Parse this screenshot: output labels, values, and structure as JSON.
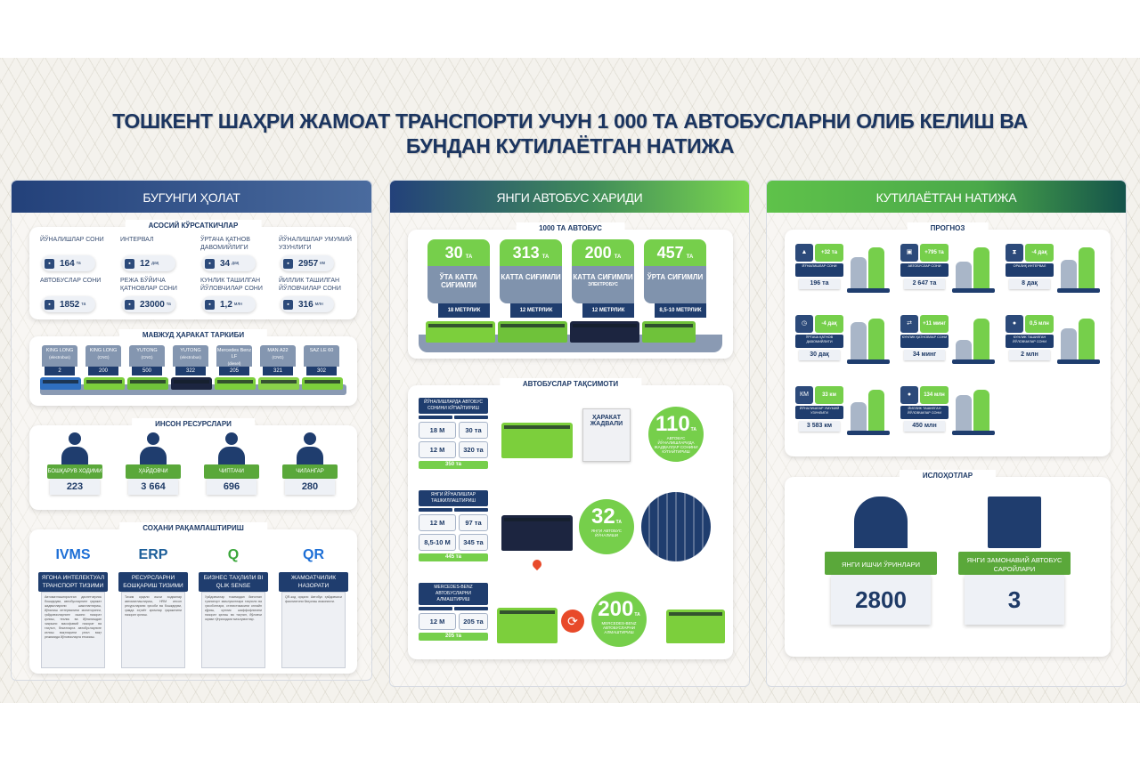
{
  "title": "ТОШКЕНТ ШАҲРИ ЖАМОАТ ТРАНСПОРТИ УЧУН  1 000 ТА  АВТОБУСЛАРНИ ОЛИБ КЕЛИШ ВА БУНДАН КУТИЛАЁТГАН НАТИЖА",
  "colors": {
    "navy": "#1f3d6e",
    "green": "#76cf4b",
    "dark_green": "#5aa83a",
    "gray": "#8093ad"
  },
  "left": {
    "header": "БУГУНГИ ҲОЛАТ",
    "indicators": {
      "title": "АСОСИЙ КЎРСАТКИЧЛАР",
      "items": [
        {
          "label": "ЙЎНАЛИШЛАР СОНИ",
          "value": "164",
          "unit": "та"
        },
        {
          "label": "ИНТЕРВАЛ",
          "value": "12",
          "unit": "дақ"
        },
        {
          "label": "ЎРТАЧА ҚАТНОВ ДАВОМИЙЛИГИ",
          "value": "34",
          "unit": "дақ"
        },
        {
          "label": "ЙЎНАЛИШЛАР УМУМИЙ УЗУНЛИГИ",
          "value": "2957",
          "unit": "км"
        },
        {
          "label": "АВТОБУСЛАР СОНИ",
          "value": "1852",
          "unit": "та"
        },
        {
          "label": "РЕЖА БЎЙИЧА ҚАТНОВЛАР СОНИ",
          "value": "23000",
          "unit": "та"
        },
        {
          "label": "КУНЛИК ТАШИЛГАН ЙЎЛОВЧИЛАР СОНИ",
          "value": "1,2",
          "unit": "млн"
        },
        {
          "label": "ЙИЛЛИК ТАШИЛГАН ЙЎЛОВЧИЛАР СОНИ",
          "value": "316",
          "unit": "млн"
        }
      ]
    },
    "fleet": {
      "title": "МАВЖУД ҲАРАКАТ ТАРКИБИ",
      "items": [
        {
          "name": "KING LONG",
          "type": "(electrobus)",
          "count": "2",
          "color": "#2f6fc0"
        },
        {
          "name": "KING LONG",
          "type": "(CNG)",
          "count": "200",
          "color": "#7ccf3c"
        },
        {
          "name": "YUTONG",
          "type": "(CNG)",
          "count": "500",
          "color": "#6fc23a"
        },
        {
          "name": "YUTONG",
          "type": "(electrobus)",
          "count": "322",
          "color": "#1c2540"
        },
        {
          "name": "Mercedes Benz LF",
          "type": "(diesel)",
          "count": "205",
          "color": "#7ccf3c"
        },
        {
          "name": "MAN A22",
          "type": "(CNG)",
          "count": "321",
          "color": "#8ad24a"
        },
        {
          "name": "SAZ LE 60",
          "type": "",
          "count": "302",
          "color": "#7ccf3c"
        }
      ]
    },
    "hr": {
      "title": "ИНСОН РЕСУРСЛАРИ",
      "items": [
        {
          "label": "БОШҚАРУВ ХОДИМИ",
          "value": "223"
        },
        {
          "label": "ҲАЙДОВЧИ",
          "value": "3 664"
        },
        {
          "label": "ЧИПТАЧИ",
          "value": "696"
        },
        {
          "label": "ЧИЛАНГАР",
          "value": "280"
        }
      ]
    },
    "digital": {
      "title": "СОҲАНИ РАҚАМЛАШТИРИШ",
      "items": [
        {
          "logo": "IVMS",
          "label": "ЯГОНА ИНТЕЛЕКТУАЛ ТРАНСПОРТ ТИЗИМИ",
          "desc": "Автоматлаштирилган диспетчерлик бошқаруви, автобусларнинг ҳаракат жадвалларини шакллантириш, йўналиш интервалини мониторинги, ҳайдовчиларнинг ишини назорат қилиш, тезлик ва йўналишдан чиқишни масофавий назорат ва таҳлил, бекатларга автобусларнинг келиш вақтларини реал вақт режимида йўловчиларга етказиш."
        },
        {
          "logo": "ERP",
          "label": "РЕСУРСЛАРНИ БОШҚАРИШ ТИЗИМИ",
          "desc": "Тизим орқали ишчи ходимлар автоматлаштириш, HRM инсон ресурсларини ҳисоби ва бошқаруви, ҳамда эҳтиёт қисмлар ҳаракатини назорат қилиш."
        },
        {
          "logo": "Q",
          "label": "БИЗНЕС ТАҲЛИЛИ ВІ QLIK SENSE",
          "desc": "Ҳайдовчилар тизимидан йиғилган транспорт маълумотлари таҳлили ва ҳисоботлари, статистикасини онлайн кўриш, кунлик шаффофлигини назорат қилиш ва таҳлил, йўловчи оқими тўғрисидаги маълумотлар."
        },
        {
          "logo": "QR",
          "label": "ЖАМОАТЧИЛИК НАЗОРАТИ",
          "desc": "QR-код орқали Автобус ҳайдовчиси фаолиятини баҳолаш имконияти."
        }
      ]
    }
  },
  "middle": {
    "header": "ЯНГИ АВТОБУС ХАРИДИ",
    "purchase": {
      "title": "1000 ТА АВТОБУС",
      "items": [
        {
          "count": "30",
          "unit": "ТА",
          "type": "ЎТА КАТТА СИҒИМЛИ",
          "sub": "",
          "length": "18 МЕТРЛИК"
        },
        {
          "count": "313",
          "unit": "ТА",
          "type": "КАТТА СИҒИМЛИ",
          "sub": "",
          "length": "12 МЕТРЛИК"
        },
        {
          "count": "200",
          "unit": "ТА",
          "type": "КАТТА СИҒИМЛИ",
          "sub": "ЭЛЕКТРОБУС",
          "length": "12 МЕТРЛИК"
        },
        {
          "count": "457",
          "unit": "ТА",
          "type": "ЎРТА СИҒИМЛИ",
          "sub": "",
          "length": "8,5-10 МЕТРЛИК"
        }
      ]
    },
    "distribution": {
      "title": "АВТОБУСЛАР ТАҚСИМОТИ",
      "groups": [
        {
          "heading": "ЙЎНАЛИШЛАРДА АВТОБУС СОНИНИ КЎПАЙТИРИШ",
          "rows": [
            [
              "18 М",
              "30 та"
            ],
            [
              "12 М",
              "320 та"
            ]
          ],
          "total": "350 та",
          "big": "110",
          "unit": "ТА",
          "caption": "АВТОБУС ЙЎНАЛИШЛАРИДА ЖАДВАЛЛАР СОНИНИ КЎПАЙТИРИШ",
          "doc": "ҲАРАКАТ ЖАДВАЛИ"
        },
        {
          "heading": "ЯНГИ ЙЎНАЛИШЛАР ТАШКИЛЛАШТИРИШ",
          "rows": [
            [
              "12 М",
              "97 та"
            ],
            [
              "8,5-10 М",
              "345 та"
            ]
          ],
          "total": "445 та",
          "big": "32",
          "unit": "ТА",
          "caption": "ЯНГИ АВТОБУС ЙЎНАЛИШИ"
        },
        {
          "heading": "MERCEDES-BENZ АВТОБУСЛАРНИ АЛМАШТИРИШ",
          "rows": [
            [
              "12 М",
              "205 та"
            ]
          ],
          "total": "205 та",
          "big": "200",
          "unit": "ТА",
          "caption": "MERCEDES-BENZ АВТОБУСЛАРНИ АЛМАШТИРИШ"
        }
      ]
    }
  },
  "right": {
    "header": "КУТИЛАЁТГАН НАТИЖА",
    "forecast": {
      "title": "ПРОГНОЗ",
      "items": [
        {
          "icon": "road",
          "delta": "+32 та",
          "label": "ЙЎНАЛИШЛАР СОНИ",
          "value": "196 та"
        },
        {
          "icon": "bus",
          "delta": "+795 та",
          "label": "АВТОБУСЛАР СОНИ",
          "value": "2 647 та"
        },
        {
          "icon": "hourglass",
          "delta": "-4 дақ",
          "label": "ОРАЛИҚ ИНТЕРВАЛ",
          "value": "8 дақ"
        },
        {
          "icon": "clock",
          "delta": "-4 дақ",
          "label": "ЎРТАЧА ҚАТНОВ ДАВОМИЙЛИГИ",
          "value": "30 дақ"
        },
        {
          "icon": "arrows",
          "delta": "+11 минг",
          "label": "КУНЛИК ҚАТНОВЛАР СОНИ",
          "value": "34 минг"
        },
        {
          "icon": "people",
          "delta": "0,5 млн",
          "label": "КУНЛИК ТАШИЛГАН ЙЎЛОВЧИЛАР СОНИ",
          "value": "2 млн"
        },
        {
          "icon": "km",
          "delta": "33 км",
          "label": "ЙЎНАЛИШЛАР УМУМИЙ УЗУНЛИГИ",
          "value": "3 583 км"
        },
        {
          "icon": "people",
          "delta": "134 млн",
          "label": "ЙИЛЛИК ТАШИЛГАН ЙЎЛОВЧИЛАР СОНИ",
          "value": "450 млн"
        }
      ]
    },
    "reforms": {
      "title": "ИСЛОҲОТЛАР",
      "items": [
        {
          "label": "ЯНГИ ИШЧИ ЎРИНЛАРИ",
          "value": "2800"
        },
        {
          "label": "ЯНГИ ЗАМОНАВИЙ АВТОБУС САРОЙЛАРИ",
          "value": "3"
        }
      ]
    }
  }
}
